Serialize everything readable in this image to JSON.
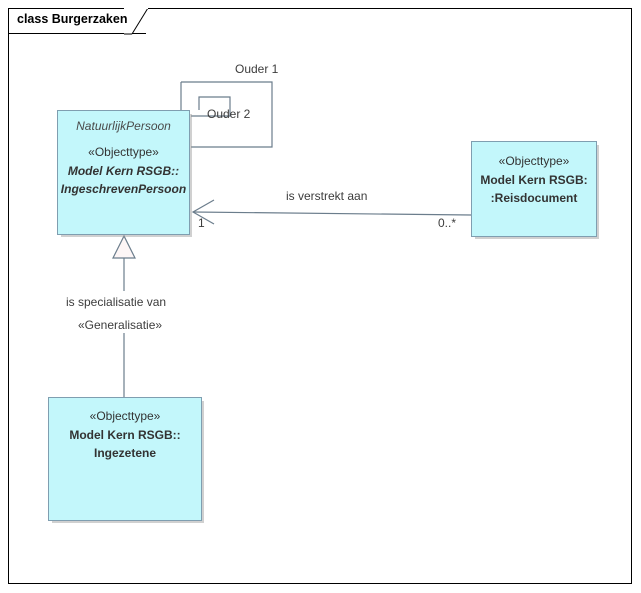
{
  "diagram": {
    "title": "class Burgerzaken",
    "frame_border_color": "#000000",
    "background": "#ffffff"
  },
  "palette": {
    "class_fill": "#c3f7fb",
    "class_border": "#7f9eb0",
    "connector": "#6b7d8c",
    "text": "#333333",
    "label_text": "#3c3c3c"
  },
  "classes": [
    {
      "id": "ingeschrevenpersoon",
      "classifier_name": "NatuurlijkPersoon",
      "stereotype": "«Objecttype»",
      "package": "Model Kern RSGB::",
      "name": "IngeschrevenPersoon",
      "italic": true
    },
    {
      "id": "reisdocument",
      "stereotype": "«Objecttype»",
      "package": "Model Kern RSGB:",
      "name": ":Reisdocument",
      "italic": false
    },
    {
      "id": "ingezetene",
      "stereotype": "«Objecttype»",
      "package": "Model Kern RSGB::",
      "name": "Ingezetene",
      "italic": false
    }
  ],
  "connectors": {
    "self_association_outer": {
      "label": "Ouder 1"
    },
    "self_association_inner": {
      "label": "Ouder 2"
    },
    "association": {
      "label": "is verstrekt aan",
      "source_multiplicity": "1",
      "target_multiplicity": "0..*",
      "arrow": "open"
    },
    "generalization": {
      "label": "is specialisatie van",
      "stereotype": "«Generalisatie»",
      "arrow": "hollow-triangle"
    }
  }
}
